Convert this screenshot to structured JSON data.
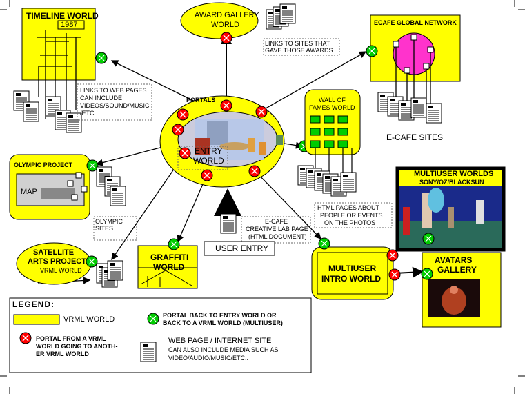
{
  "colors": {
    "yellow": "#ffff00",
    "portal_red": "#ff0000",
    "portal_green": "#00cc00",
    "magenta": "#ff33cc",
    "bg": "#ffffff"
  },
  "nodes": {
    "timeline_world": {
      "title": "TIMELINE WORLD",
      "year": "1987"
    },
    "award_gallery": {
      "title_line1": "AWARD GALLERY",
      "title_line2": "WORLD"
    },
    "award_note": {
      "line1": "LINKS TO SITES THAT",
      "line2": "GAVE THOSE AWARDS"
    },
    "ecafe_global": {
      "title": "ECAFE GLOBAL NETWORK"
    },
    "ecafe_sites": {
      "title": "E-CAFE SITES"
    },
    "timeline_note": {
      "line1": "LINKS TO WEB PAGES",
      "line2": "CAN INCLUDE",
      "line3": "VIDEOS/SOUND/MUSIC",
      "line4": "/ETC..."
    },
    "portals": {
      "title": "PORTALS"
    },
    "entry_world": {
      "line1": "ENTRY",
      "line2": "WORLD"
    },
    "wall_of_fame": {
      "line1": "WALL OF",
      "line2": "FAMES WORLD"
    },
    "olympic_project": {
      "title": "OLYMPIC PROJECT",
      "map_label": "MAP"
    },
    "olympic_sites": {
      "line1": "OLYMPIC",
      "line2": "SITES"
    },
    "html_pages": {
      "line1": "HTML PAGES ABOUT",
      "line2": "PEOPLE OR EVENTS",
      "line3": "ON THE PHOTOS"
    },
    "multiuser_worlds": {
      "line1": "MULTIUSER WORLDS",
      "line2": "SONY/OZ/BLACKSUN"
    },
    "creative_lab": {
      "line1": "E-CAFE",
      "line2": "CREATIVE LAB PAGE",
      "line3": "(HTML DOCUMENT)"
    },
    "user_entry": {
      "title": "USER ENTRY"
    },
    "satellite": {
      "line1": "SATELLITE",
      "line2": "ARTS PROJECT",
      "line3": "VRML WORLD"
    },
    "graffiti": {
      "line1": "GRAFFITI",
      "line2": "WORLD"
    },
    "multiuser_intro": {
      "line1": "MULTIUSER",
      "line2": "INTRO WORLD"
    },
    "avatars_gallery": {
      "line1": "AVATARS",
      "line2": "GALLERY"
    }
  },
  "legend": {
    "title": "LEGEND:",
    "vrml_world": "VRML WORLD",
    "green_line1": "PORTAL BACK TO ENTRY WORLD OR",
    "green_line2": "BACK TO A VRML WORLD (MULTIUSER)",
    "red_line1": "PORTAL FROM A VRML",
    "red_line2": "WORLD GOING TO ANOTH-",
    "red_line3": "ER VRML WORLD",
    "web_title": "WEB PAGE / INTERNET SITE",
    "web_line1": "CAN ALSO INCLUDE MEDIA SUCH AS",
    "web_line2": "VIDEO/AUDIO/MUSIC/ETC.."
  }
}
